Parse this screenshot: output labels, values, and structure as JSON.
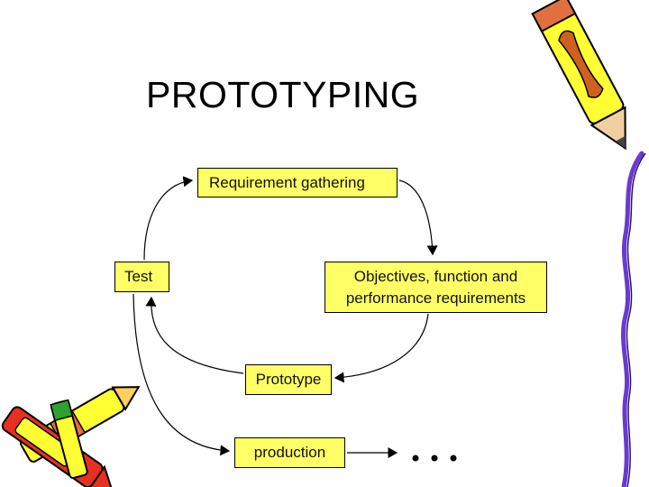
{
  "title": "PROTOTYPING",
  "nodes": {
    "requirement": "Requirement gathering",
    "test": "Test",
    "objectives_line1": "Objectives, function and",
    "objectives_line2": "performance requirements",
    "prototype": "Prototype",
    "production": "production"
  },
  "continuation": "• • •",
  "clipart": [
    "pencil-icon",
    "crayons-icon"
  ],
  "colors": {
    "box_fill": "#ffff66",
    "line": "#000000",
    "pencil_body": "#ffff33",
    "pencil_accent": "#d06020",
    "crayon_red": "#e83020",
    "purple_line": "#6a3ad0"
  }
}
